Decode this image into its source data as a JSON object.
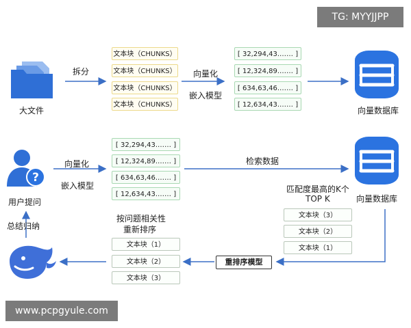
{
  "watermark_top": "TG: MYYJJPP",
  "watermark_bottom": "www.pcpgyule.com",
  "top_row": {
    "source_label": "大文件",
    "split_label": "拆分",
    "chunks": [
      "文本块（CHUNKS）",
      "文本块（CHUNKS）",
      "文本块（CHUNKS）",
      "文本块（CHUNKS）"
    ],
    "vectorize_label": "向量化",
    "embed_label": "嵌入模型",
    "vectors": [
      "[ 32,294,43.…… ]",
      "[ 12,324,89.…… ]",
      "[ 634,63,46.…… ]",
      "[ 12,634,43.…… ]"
    ],
    "db_label": "向量数据库"
  },
  "bottom_row": {
    "user_label": "用户提问",
    "vectorize_label": "向量化",
    "embed_label": "嵌入模型",
    "vectors": [
      "[ 32,294,43.…… ]",
      "[ 12,324,89.…… ]",
      "[ 634,63,46.…… ]",
      "[ 12,634,43.…… ]"
    ],
    "search_label": "检索数据",
    "db_label": "向量数据库",
    "match_label_1": "匹配度最高的K个",
    "match_label_2": "TOP K",
    "topk_chunks": [
      "文本块（3）",
      "文本块（2）",
      "文本块（1）"
    ],
    "rerank_model_label": "重排序模型",
    "rerank_caption_1": "按问题相关性",
    "rerank_caption_2": "重新排序",
    "reranked_chunks": [
      "文本块（1）",
      "文本块（2）",
      "文本块（3）"
    ],
    "summarize_label": "总结归纳"
  },
  "colors": {
    "accent_blue": "#2f6fd6",
    "arrow_blue": "#3b6fc6",
    "db_blue": "#2b73e0"
  }
}
